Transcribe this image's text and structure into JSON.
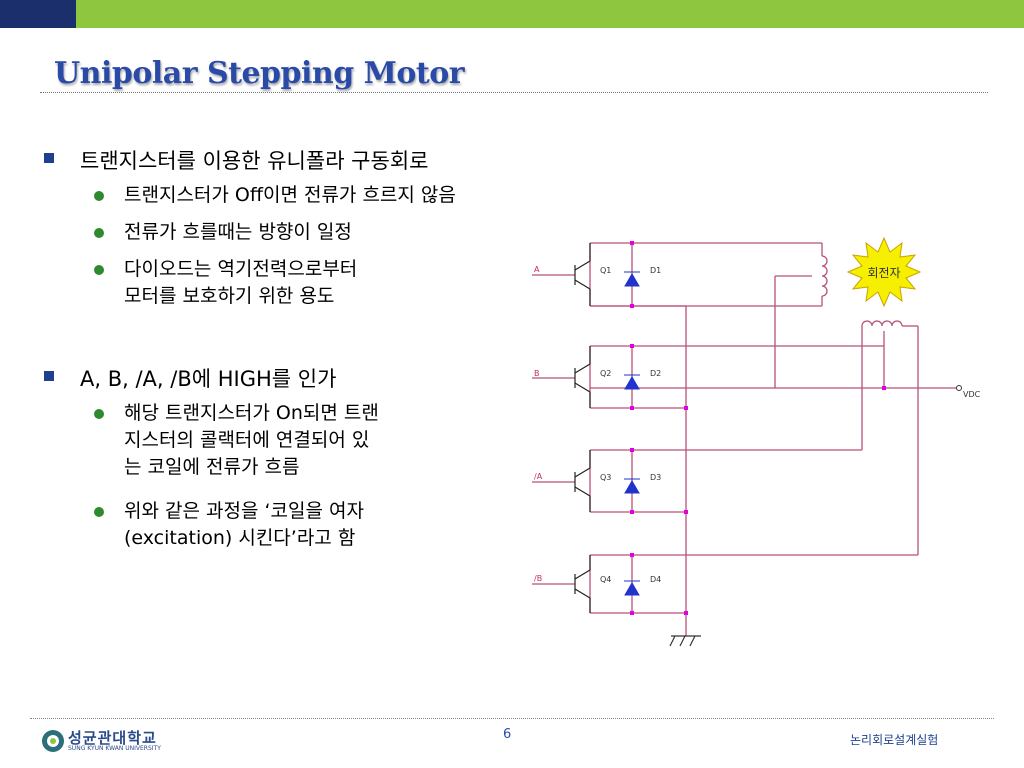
{
  "title": "Unipolar Stepping Motor",
  "bullets": [
    {
      "text": "트랜지스터를 이용한 유니폴라 구동회로",
      "sub": [
        "트랜지스터가 Off이면 전류가 흐르지 않음",
        "전류가 흐를때는 방향이 일정",
        "다이오드는 역기전력으로부터",
        "모터를 보호하기 위한 용도"
      ]
    },
    {
      "text": "A, B, /A, /B에 HIGH를 인가",
      "sub": [
        "해당 트랜지스터가 On되면 트랜",
        "지스터의 콜랙터에 연결되어 있",
        "는 코일에 전류가 흐름",
        "위와 같은 과정을 ‘코일을 여자",
        "(excitation) 시킨다’라고 함"
      ]
    }
  ],
  "circuit": {
    "inputs": [
      "A",
      "B",
      "/A",
      "/B"
    ],
    "transistors": [
      "Q1",
      "Q2",
      "Q3",
      "Q4"
    ],
    "diodes": [
      "D1",
      "D2",
      "D3",
      "D4"
    ],
    "supply_label": "VDC",
    "rotor_label": "회전자"
  },
  "footer": {
    "university_ko": "성균관대학교",
    "university_en": "SUNG KYUN KWAN UNIVERSITY",
    "page": "6",
    "course": "논리회로설계실험"
  },
  "colors": {
    "top_dark": "#1a2f6b",
    "top_green": "#8ec63f",
    "title": "#2a4aa8",
    "wire": "#b8507c",
    "diode": "#2233cc",
    "starburst": "#f6f000"
  }
}
